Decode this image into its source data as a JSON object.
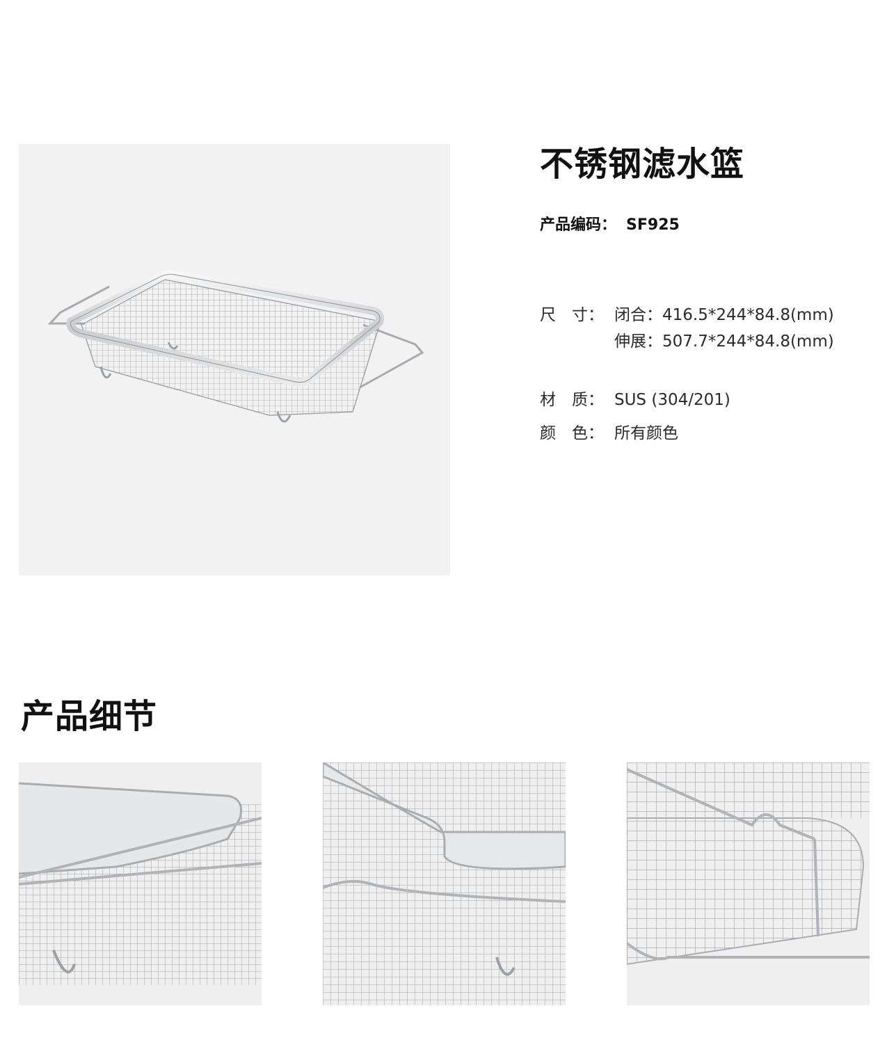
{
  "product": {
    "title": "不锈钢滤水篮",
    "code_label": "产品编码：",
    "code_value": "SF925"
  },
  "specs": {
    "size_label": "尺　寸：",
    "size_closed": "闭合：416.5*244*84.8(mm)",
    "size_extended": "伸展：507.7*244*84.8(mm)",
    "material_label": "材　质：",
    "material_value": "SUS (304/201)",
    "color_label": "颜　色：",
    "color_value": "所有颜色"
  },
  "details": {
    "heading": "产品细节"
  },
  "colors": {
    "photo_background": "#f2f2f2",
    "detail_background": "#efefef",
    "steel": "#b8bcc0",
    "steel_dark": "#8c9196",
    "text": "#1b1b1b"
  }
}
